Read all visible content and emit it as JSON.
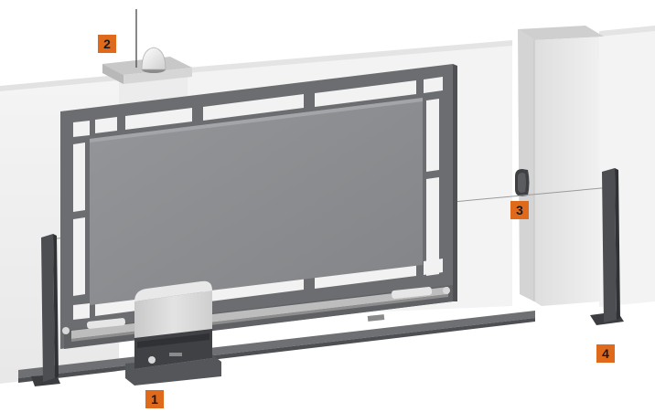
{
  "callouts": [
    {
      "id": "1",
      "label": "1",
      "part": "gate-motor-unit"
    },
    {
      "id": "2",
      "label": "2",
      "part": "flashing-light-with-antenna"
    },
    {
      "id": "3",
      "label": "3",
      "part": "photocell-on-pillar"
    },
    {
      "id": "4",
      "label": "4",
      "part": "photocell-post"
    }
  ],
  "colors": {
    "callout_fill": "#e06a1b",
    "callout_text": "#1a1a1a",
    "gate_frame": "#6b6d70",
    "gate_panel": "#8c8e91",
    "wall": "#f2f2f2",
    "pillar": "#e9e9e9",
    "motor_body": "#dcdcdc",
    "motor_base": "#4a4c50"
  }
}
